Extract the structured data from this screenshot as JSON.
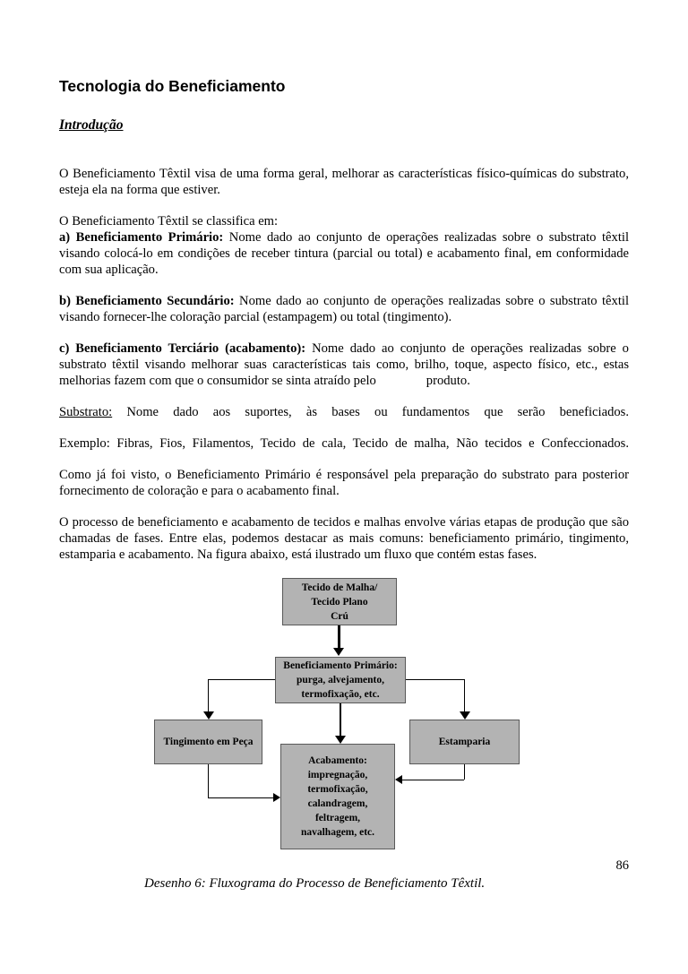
{
  "document": {
    "title": "Tecnologia do Beneficiamento",
    "subtitle": "Introdução",
    "page_number": "86",
    "caption": "Desenho 6: Fluxograma do Processo de Beneficiamento Têxtil."
  },
  "paragraphs": {
    "p1": "O Beneficiamento Têxtil visa de uma forma geral, melhorar as características físico-químicas do substrato, esteja ela na forma que estiver.",
    "p2_line1": "O Beneficiamento Têxtil se classifica em:",
    "p2_bold": "a) Beneficiamento Primário:",
    "p2_rest": " Nome dado ao conjunto de operações realizadas sobre o substrato têxtil visando colocá-lo em condições de receber tintura (parcial ou total) e acabamento final, em conformidade com sua aplicação.",
    "p3_bold": "b) Beneficiamento Secundário:",
    "p3_rest": " Nome dado ao conjunto de operações realizadas sobre o substrato têxtil visando fornecer-lhe coloração parcial (estampagem) ou total (tingimento).",
    "p4_bold": "c) Beneficiamento Terciário (acabamento):",
    "p4_rest": " Nome dado ao conjunto de operações realizadas sobre o substrato têxtil visando melhorar suas características tais como, brilho, toque, aspecto físico, etc., estas melhorias fazem com que o consumidor se sinta atraído pelo",
    "p4_end": "produto.",
    "p5_label": "Substrato:",
    "p5_rest": " Nome dado aos suportes, às bases ou fundamentos que serão beneficiados.",
    "p6": "Exemplo: Fibras, Fios, Filamentos, Tecido de cala, Tecido de malha, Não tecidos e Confeccionados.",
    "p7": "Como já foi visto, o Beneficiamento Primário é responsável pela preparação do substrato para posterior fornecimento de coloração e para o acabamento final.",
    "p8": "O processo de beneficiamento e acabamento de tecidos e malhas envolve várias etapas de produção que são chamadas de fases. Entre elas, podemos destacar as mais comuns: beneficiamento primário, tingimento, estamparia e acabamento. Na figura abaixo, está ilustrado um fluxo que contém estas fases."
  },
  "flowchart": {
    "box_fill": "#b3b3b3",
    "box_border": "#595959",
    "arrow_color": "#000000",
    "boxes": {
      "raw_fabric": "Tecido de Malha/\nTecido Plano\nCrú",
      "primary": "Beneficiamento Primário:\npurga, alvejamento,\ntermofixação, etc.",
      "dyeing": "Tingimento em Peça",
      "finishing": "Acabamento:\nimpregnação,\ntermofixação,\ncalandragem,\nfeltragem,\nnavalhagem, etc.",
      "printing": "Estamparia"
    }
  }
}
